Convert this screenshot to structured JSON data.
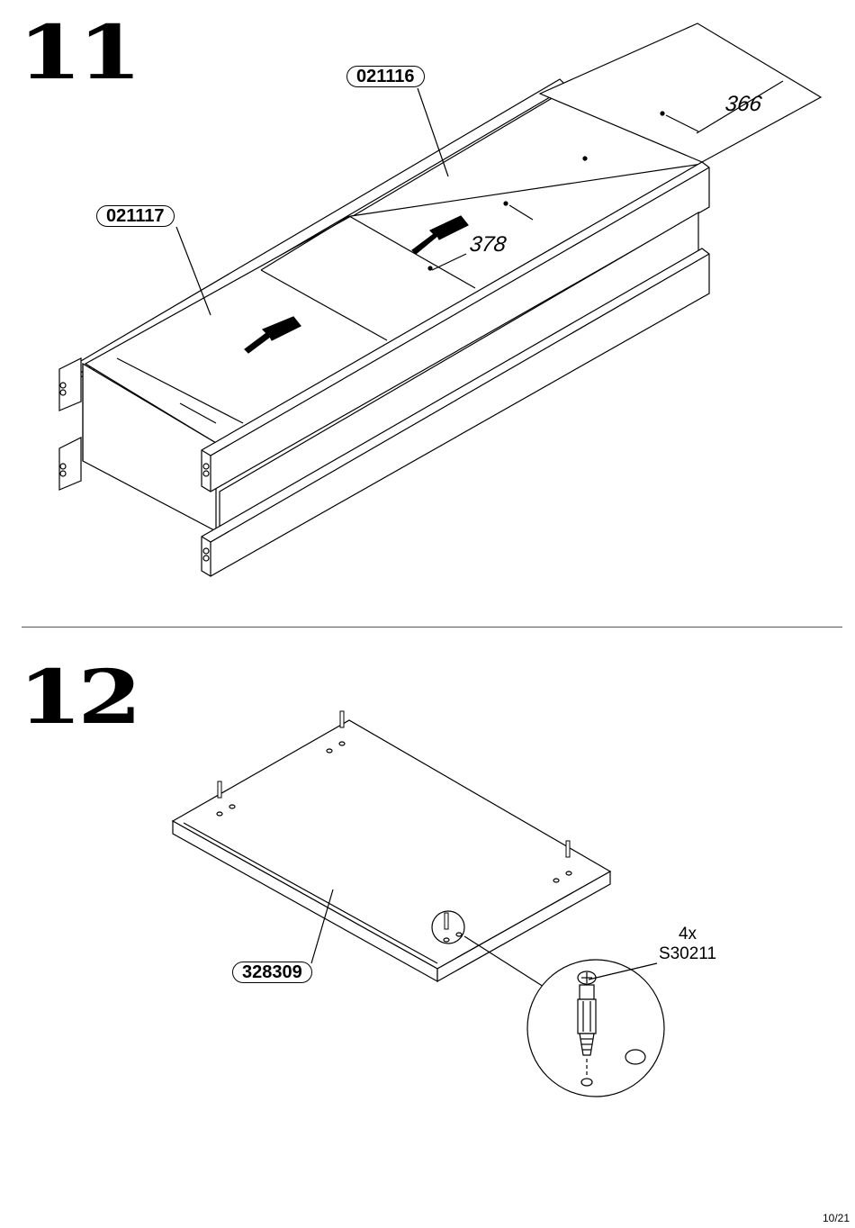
{
  "steps": [
    {
      "number": "11",
      "parts": [
        {
          "id": "021116"
        },
        {
          "id": "021117"
        }
      ],
      "dimensions": [
        "366",
        "378"
      ]
    },
    {
      "number": "12",
      "parts": [
        {
          "id": "328309"
        }
      ],
      "hardware": {
        "quantity": "4x",
        "code": "S30211"
      }
    }
  ],
  "page": {
    "number": "10/21"
  }
}
